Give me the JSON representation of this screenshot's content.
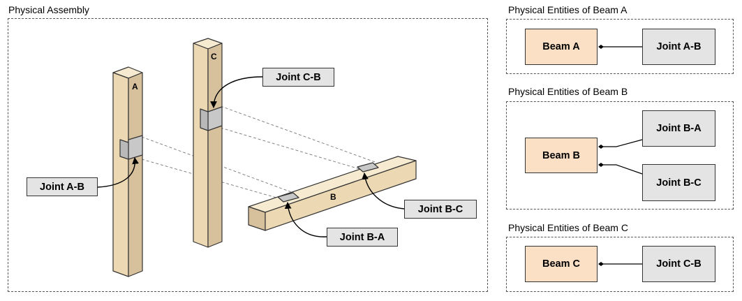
{
  "assembly": {
    "title": "Physical Assembly",
    "beam_letters": {
      "a": "A",
      "b": "B",
      "c": "C"
    },
    "callouts": {
      "joint_ab": "Joint A-B",
      "joint_cb": "Joint C-B",
      "joint_bc": "Joint B-C",
      "joint_ba": "Joint B-A"
    }
  },
  "entities": [
    {
      "title": "Physical Entities of Beam A",
      "beam": "Beam A",
      "joints": [
        "Joint A-B"
      ]
    },
    {
      "title": "Physical Entities of Beam B",
      "beam": "Beam B",
      "joints": [
        "Joint B-A",
        "Joint B-C"
      ]
    },
    {
      "title": "Physical Entities of Beam C",
      "beam": "Beam C",
      "joints": [
        "Joint C-B"
      ]
    }
  ],
  "colors": {
    "beam_face": "#ecd9b4",
    "beam_side": "#d7c09c",
    "beam_top": "#f6ead0",
    "beam_entity_fill": "#fbe0c6",
    "joint_fill": "#e4e4e4",
    "joint_plate": "#c8c8c8",
    "outline": "#333333"
  }
}
